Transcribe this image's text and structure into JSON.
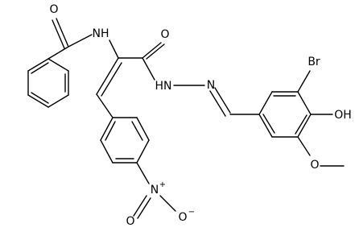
{
  "diagram": {
    "type": "chemical-structure",
    "atoms": [
      {
        "id": "O_benzoyl",
        "label": "O"
      },
      {
        "id": "N_amide",
        "label": "NH"
      },
      {
        "id": "O_hydrazide",
        "label": "O"
      },
      {
        "id": "N_hydrazide",
        "label": "HN"
      },
      {
        "id": "N_imine",
        "label": "N"
      },
      {
        "id": "Br",
        "label": "Br"
      },
      {
        "id": "OH",
        "label": "OH"
      },
      {
        "id": "O_methoxy",
        "label": "O"
      },
      {
        "id": "N_nitro",
        "label": "N",
        "charge": "+"
      },
      {
        "id": "O_nitro_left",
        "label": "O"
      },
      {
        "id": "O_nitro_right",
        "label": "O",
        "charge": "−"
      }
    ]
  }
}
